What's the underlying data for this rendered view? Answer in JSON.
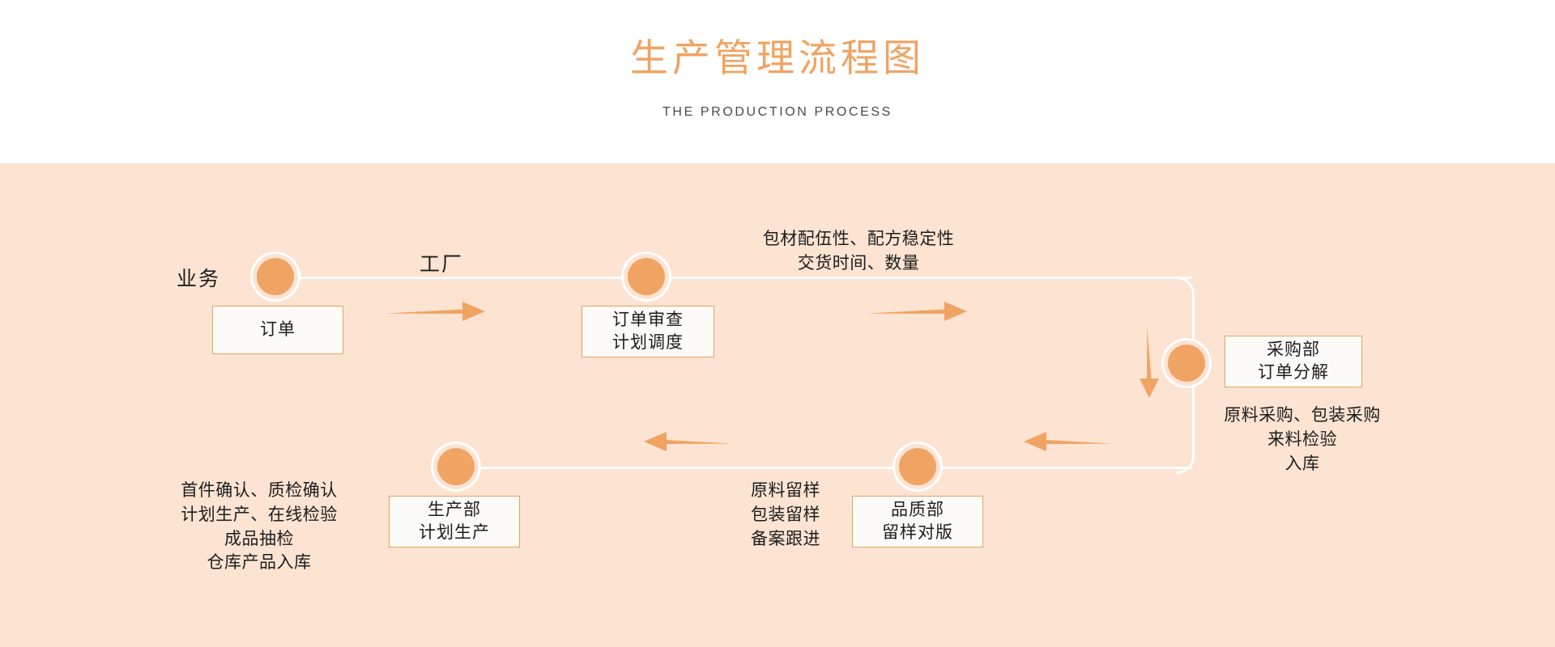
{
  "header": {
    "title": "生产管理流程图",
    "subtitle": "THE PRODUCTION PROCESS"
  },
  "colors": {
    "accent": "#EFA463",
    "band_background": "#FCE3D2",
    "page_background": "#FFFFFF",
    "box_background": "#FDFBF8",
    "box_border": "#E3A265",
    "connector": "#FFFFFF",
    "text": "#1D1D1D",
    "subtitle_text": "#4A4A4A"
  },
  "diagram": {
    "lane_labels": [
      {
        "id": "business",
        "text": "业务"
      },
      {
        "id": "factory",
        "text": "工厂"
      }
    ],
    "boxes": [
      {
        "id": "order",
        "lines": [
          "订单"
        ]
      },
      {
        "id": "order-review",
        "lines": [
          "订单审查",
          "计划调度"
        ]
      },
      {
        "id": "purchasing",
        "lines": [
          "采购部",
          "订单分解"
        ]
      },
      {
        "id": "quality",
        "lines": [
          "品质部",
          "留样对版"
        ]
      },
      {
        "id": "production",
        "lines": [
          "生产部",
          "计划生产"
        ]
      }
    ],
    "annotations": [
      {
        "id": "order-requirements",
        "lines": [
          "包材配伍性、配方稳定性",
          "交货时间、数量"
        ]
      },
      {
        "id": "purchasing-tasks",
        "lines": [
          "原料采购、包装采购",
          "来料检验",
          "入库"
        ]
      },
      {
        "id": "quality-tasks",
        "lines": [
          "原料留样",
          "包装留样",
          "备案跟进"
        ]
      },
      {
        "id": "production-tasks",
        "lines": [
          "首件确认、质检确认",
          "计划生产、在线检验",
          "成品抽检",
          "仓库产品入库"
        ]
      }
    ],
    "arrows": [
      {
        "id": "arrow-order-to-review",
        "direction": "right"
      },
      {
        "id": "arrow-review-to-purchasing",
        "direction": "right"
      },
      {
        "id": "arrow-purchasing-down",
        "direction": "down"
      },
      {
        "id": "arrow-purchasing-to-quality",
        "direction": "left"
      },
      {
        "id": "arrow-quality-to-production",
        "direction": "left"
      }
    ],
    "nodes": [
      {
        "id": "node-order"
      },
      {
        "id": "node-order-review"
      },
      {
        "id": "node-purchasing"
      },
      {
        "id": "node-quality"
      },
      {
        "id": "node-production"
      }
    ]
  }
}
